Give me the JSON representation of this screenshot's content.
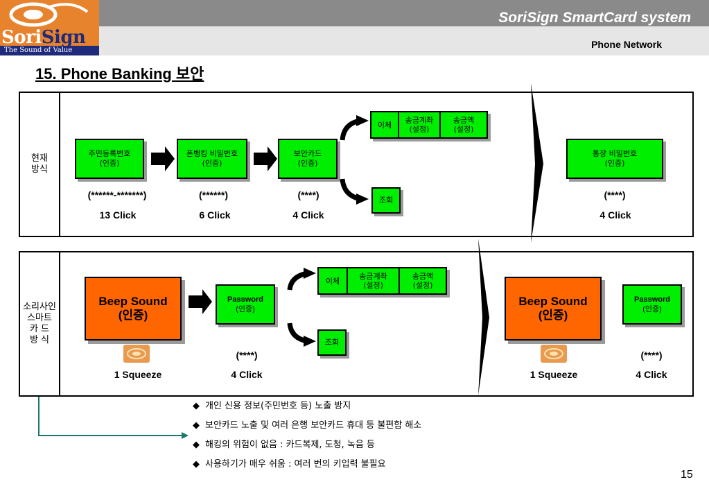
{
  "header": {
    "logo_text_a": "Sori",
    "logo_text_b": "Sign",
    "logo_tagline": "The Sound of Value",
    "system_title": "SoriSign SmartCard system",
    "subtitle": "Phone Network"
  },
  "page_title": "15. Phone Banking 보안",
  "current": {
    "label": "현재\n방식",
    "step1": {
      "text": "주민등록번호\n(인증)",
      "code": "(******-*******)",
      "clicks": "13 Click"
    },
    "step2": {
      "text": "폰뱅킹 비밀번호\n(인증)",
      "code": "(******)",
      "clicks": "6 Click"
    },
    "step3": {
      "text": "보안카드\n(인증)",
      "code": "(****)",
      "clicks": "4 Click"
    },
    "transfer": [
      "이체",
      "송금계좌\n(설정)",
      "송금액\n(설정)"
    ],
    "inquiry": "조회",
    "final": {
      "text": "통장 비밀번호\n(인증)",
      "code": "(****)",
      "clicks": "4 Click"
    }
  },
  "smartcard": {
    "label": "소리사인\n스마트\n카  드\n방  식",
    "beep1": {
      "text": "Beep Sound\n(인증)",
      "clicks": "1 Squeeze"
    },
    "password1": {
      "title": "Password",
      "sub": "(인증)",
      "code": "(****)",
      "clicks": "4 Click"
    },
    "transfer": [
      "이체",
      "송금계좌\n(설정)",
      "송금액\n(설정)"
    ],
    "inquiry": "조회",
    "beep2": {
      "text": "Beep Sound\n(인증)",
      "clicks": "1 Squeeze"
    },
    "password2": {
      "title": "Password",
      "sub": "(인증)",
      "code": "(****)",
      "clicks": "4 Click"
    }
  },
  "bullets": [
    "개인 신용 정보(주민번호 등) 노출 방지",
    "보안카드 노출 및 여러 은행 보안카드 휴대 등 불편함 해소",
    "해킹의 위험이 없음 : 카드복제, 도청, 녹음 등",
    "사용하기가 매우 쉬움 : 여러 번의 키입력 불필요"
  ],
  "bullet_symbol": "◆",
  "page_number": "15",
  "colors": {
    "green": "#00ee00",
    "orange": "#ff6600",
    "teal": "#1a7a6a",
    "navy": "#1f2b7a"
  }
}
